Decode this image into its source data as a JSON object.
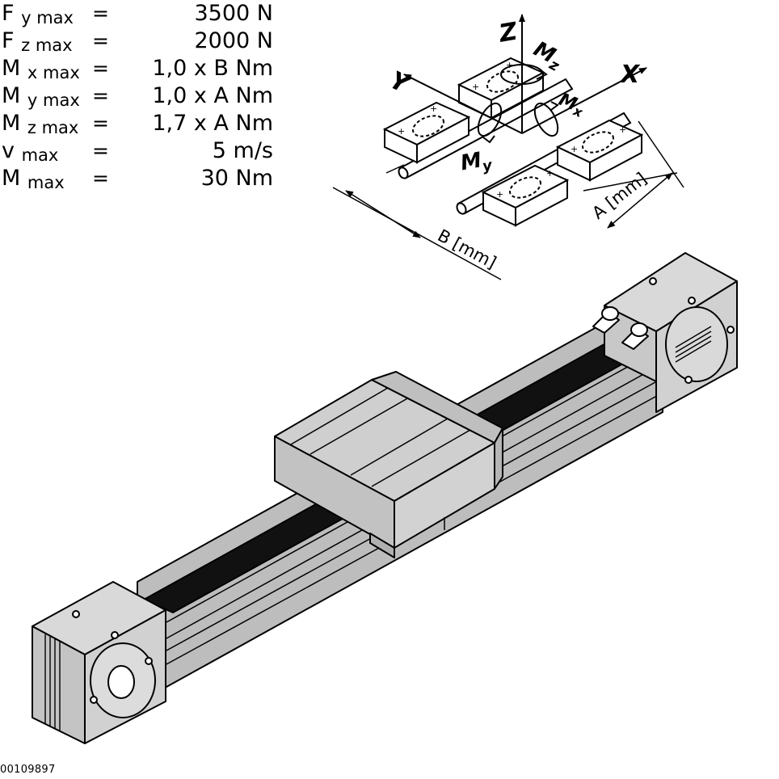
{
  "specs": [
    {
      "symbol": "F",
      "sub": "y max",
      "eq": "=",
      "value": "3500 N"
    },
    {
      "symbol": "F",
      "sub": "z max",
      "eq": "=",
      "value": "2000 N"
    },
    {
      "symbol": "M",
      "sub": "x max",
      "eq": "=",
      "value": "1,0 x B Nm"
    },
    {
      "symbol": "M",
      "sub": "y max",
      "eq": "=",
      "value": "1,0 x A Nm"
    },
    {
      "symbol": "M",
      "sub": "z max",
      "eq": "=",
      "value": "1,7 x A Nm"
    },
    {
      "symbol": "v",
      "sub": "max",
      "eq": "=",
      "value": "5 m/s"
    },
    {
      "symbol": "M",
      "sub": "max",
      "eq": "=",
      "value": "30 Nm"
    }
  ],
  "axes": {
    "z": "Z",
    "y": "Y",
    "x": "X",
    "mz": {
      "symbol": "M",
      "sub": "z"
    },
    "mx": {
      "symbol": "M",
      "sub": "x"
    },
    "my": {
      "symbol": "M",
      "sub": "y"
    }
  },
  "dimensions": {
    "a": "A [mm]",
    "b": "B [mm]"
  },
  "doc_id": "00109897"
}
